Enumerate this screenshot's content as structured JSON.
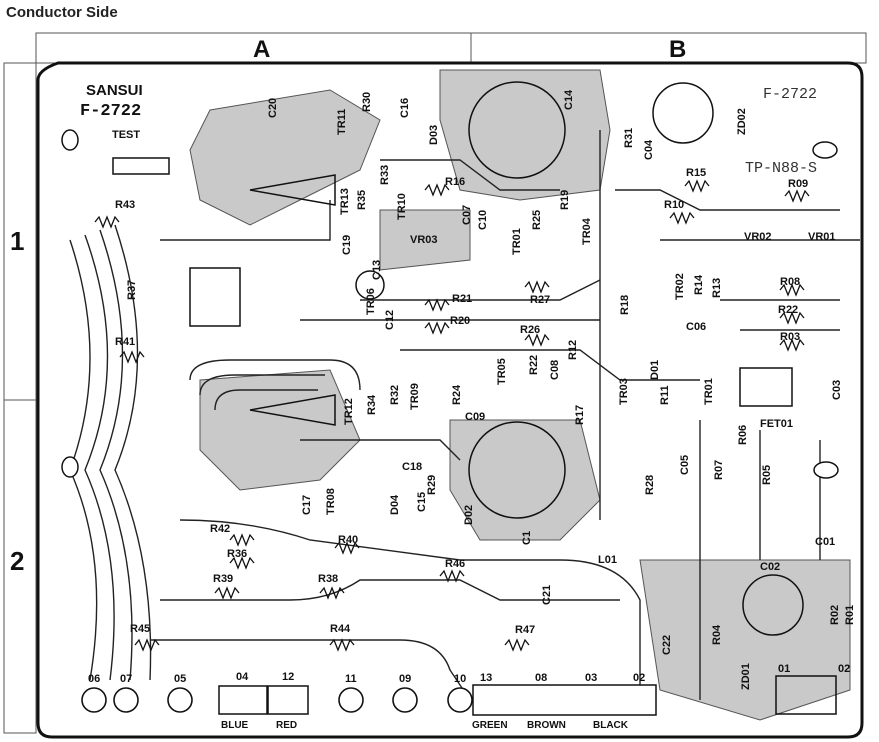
{
  "title": "Conductor Side",
  "zones": {
    "columns": [
      "A",
      "B"
    ],
    "rows": [
      "1",
      "2"
    ]
  },
  "board": {
    "brand": "SANSUI",
    "model": "F-2722",
    "model_right": "F-2722",
    "test_label": "TEST",
    "tp_label": "TP-N88-S"
  },
  "resistors": [
    "R43",
    "R37",
    "R41",
    "R30",
    "R35",
    "R33",
    "R16",
    "R25",
    "R19",
    "R31",
    "R15",
    "R09",
    "R10",
    "R21",
    "R20",
    "R27",
    "R26",
    "R18",
    "R14",
    "R13",
    "R08",
    "R22",
    "R03",
    "R34",
    "R32",
    "R24",
    "R22",
    "R12",
    "R17",
    "R11",
    "R06",
    "R07",
    "R05",
    "R28",
    "R29",
    "R42",
    "R36",
    "R39",
    "R38",
    "R40",
    "R46",
    "R45",
    "R44",
    "R47",
    "R04",
    "R02",
    "R01"
  ],
  "transistors": [
    "TR11",
    "TR13",
    "TR10",
    "TR01",
    "TR04",
    "TR06",
    "TR02",
    "TR05",
    "TR03",
    "TR01",
    "TR12",
    "TR09",
    "TR08"
  ],
  "capacitors": [
    "C20",
    "C16",
    "C14",
    "C04",
    "C07",
    "C10",
    "C19",
    "C13",
    "C12",
    "C06",
    "C08",
    "C09",
    "C03",
    "C18",
    "C17",
    "C15",
    "C1",
    "C05",
    "C21",
    "C22",
    "C02",
    "C01"
  ],
  "diodes": [
    "D03",
    "ZD02",
    "D04",
    "D02",
    "D01",
    "ZD01"
  ],
  "other": [
    "VR03",
    "VR02",
    "VR01",
    "FET01",
    "L01"
  ],
  "pin_labels": [
    "06",
    "07",
    "05",
    "04",
    "12",
    "11",
    "09",
    "10",
    "13",
    "08",
    "03",
    "02",
    "01",
    "02"
  ],
  "wire_labels": [
    "BLUE",
    "RED",
    "GREEN",
    "BROWN",
    "BLACK"
  ]
}
